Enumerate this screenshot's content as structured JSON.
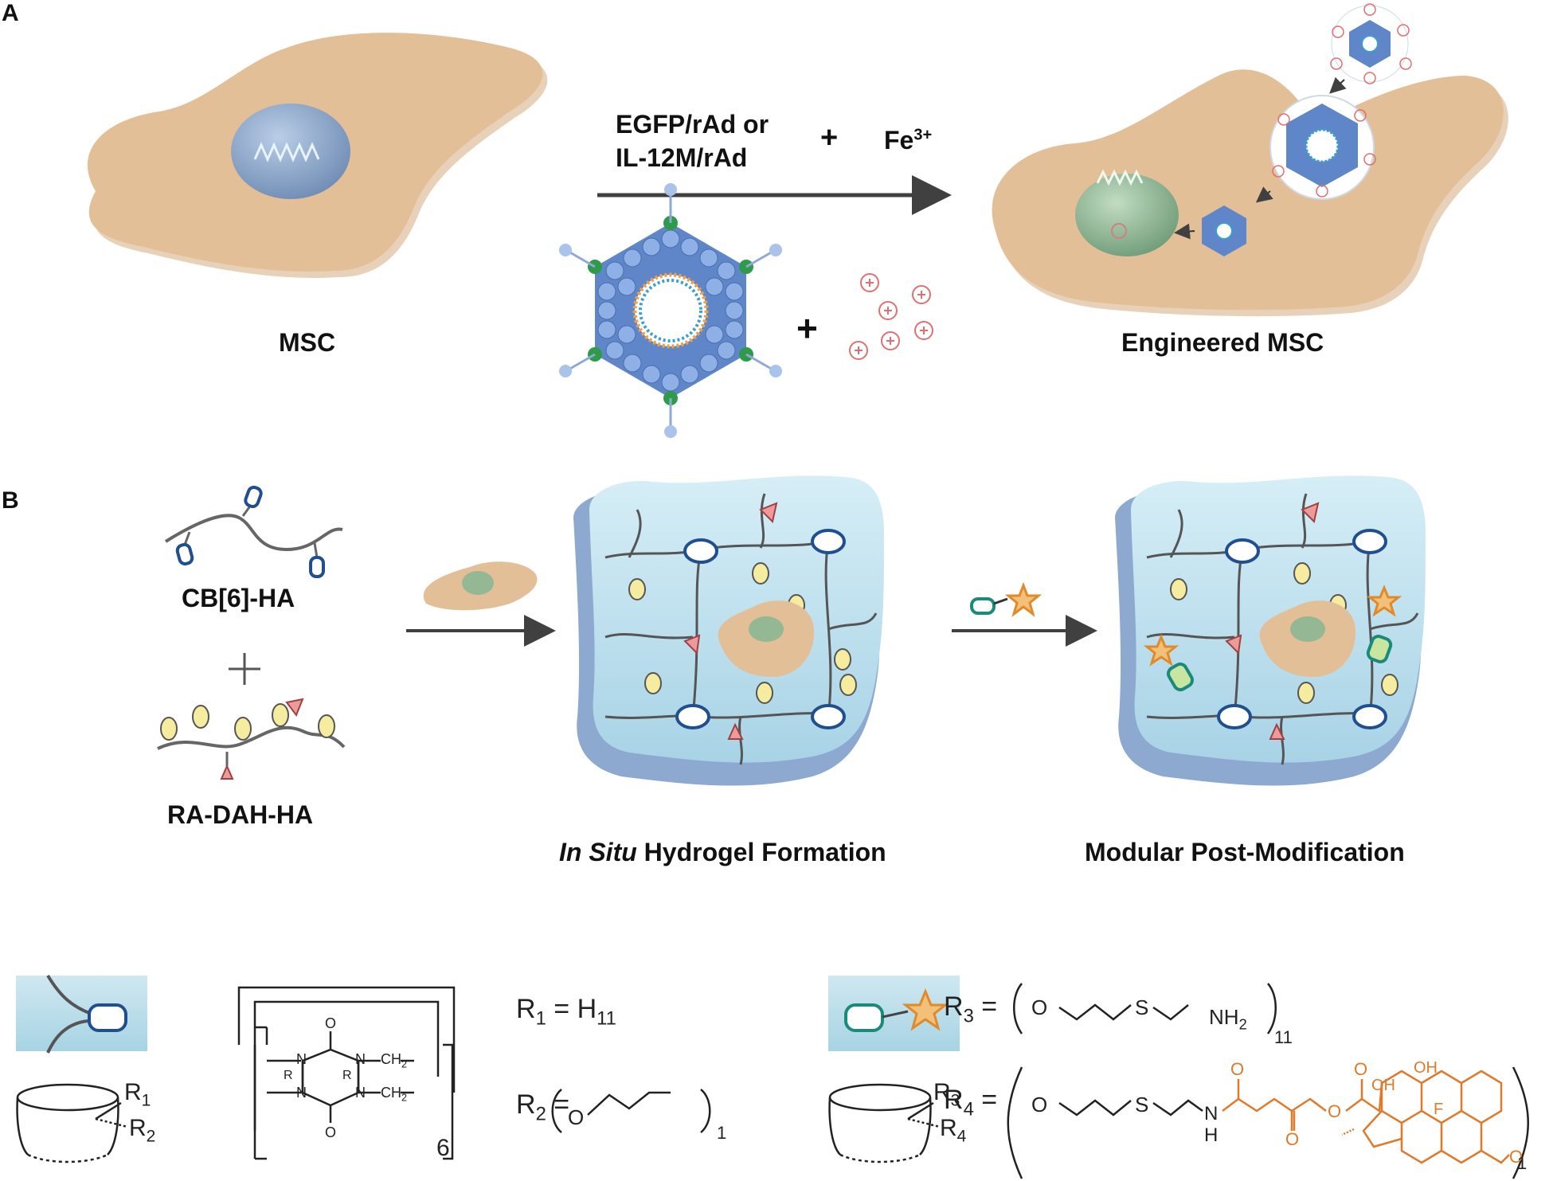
{
  "panel_a": {
    "letter": "A",
    "msc_label": "MSC",
    "reagent_line1": "EGFP/rAd or",
    "reagent_line2": "IL-12M/rAd",
    "plus": "+",
    "fe_base": "Fe",
    "fe_sup": "3+",
    "engineered_label": "Engineered MSC"
  },
  "panel_b": {
    "letter": "B",
    "cb6_label": "CB[6]-HA",
    "plus": "+",
    "radah_label": "RA-DAH-HA",
    "insitu_italic": "In Situ",
    "insitu_rest": " Hydrogel Formation",
    "modular_label": "Modular Post-Modification"
  },
  "legend": {
    "r1_lhs": "R",
    "r1_sub": "1",
    "r1_rhs": "= H",
    "r1_rhs_sub": "11",
    "r2_lhs": "R",
    "r2_sub": "2",
    "r2_eq": "=",
    "r2_mult": "1",
    "r3_lhs": "R",
    "r3_sub": "3",
    "r3_eq": "=",
    "r3_mult": "11",
    "r4_lhs": "R",
    "r4_sub": "4",
    "r4_eq": "=",
    "r4_mult": "1",
    "cb_n": "6",
    "atom_N": "N",
    "atom_O": "O",
    "atom_R": "R",
    "atom_S": "S",
    "atom_H": "H",
    "atom_F": "F",
    "ch2": "CH",
    "ch2_sub": "2",
    "nh2": "NH",
    "nh2_sub": "2",
    "oh": "OH",
    "carbonyl": "O",
    "glyph_R1": "R",
    "glyph_R1_sub": "1",
    "glyph_R2": "R",
    "glyph_R2_sub": "2",
    "glyph_R3": "R",
    "glyph_R3_sub": "3",
    "glyph_R4": "R",
    "glyph_R4_sub": "4"
  },
  "colors": {
    "cell": "#e3bf98",
    "nucleus": "#8fa7c9",
    "nucleus_engineered": "#94b794",
    "gel": "#bfe1ee",
    "gel_side": "#8ea9cf",
    "arrow": "#404040",
    "cb_ring": "#1f4f8f",
    "ellipse": "#f5eca0",
    "triangle": "#ec9a9a",
    "orange": "#e07a2a",
    "teal": "#1a8a7a"
  }
}
